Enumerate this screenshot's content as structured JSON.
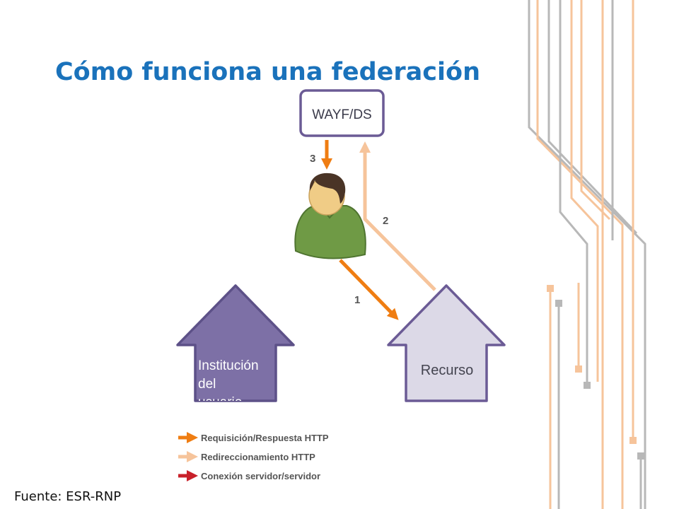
{
  "title": "Cómo funciona una federación",
  "source": "Fuente: ESR-RNP",
  "nodes": {
    "wayf": "WAYF/DS",
    "institution": [
      "Institución",
      "del",
      "usuario"
    ],
    "resource": "Recurso"
  },
  "steps": [
    "1",
    "2",
    "3"
  ],
  "legend": [
    {
      "label": "Requisición/Respuesta HTTP",
      "color": "#ef7d12"
    },
    {
      "label": "Redireccionamiento HTTP",
      "color": "#f6c49b"
    },
    {
      "label": "Conexión servidor/servidor",
      "color": "#c8202a"
    }
  ],
  "colors": {
    "title": "#1a72bb",
    "wayf_border": "#6b5b95",
    "institution_fill": "#7d70a6",
    "resource_fill": "#dcd9e7",
    "decor_orange": "#f6c49b",
    "decor_gray": "#b8b8b8"
  }
}
